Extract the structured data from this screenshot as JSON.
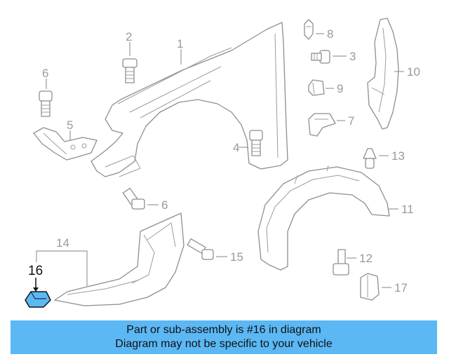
{
  "diagram": {
    "callouts": {
      "c1": "1",
      "c2": "2",
      "c3": "3",
      "c4": "4",
      "c5": "5",
      "c6a": "6",
      "c6b": "6",
      "c7": "7",
      "c8": "8",
      "c9": "9",
      "c10": "10",
      "c11": "11",
      "c12": "12",
      "c13": "13",
      "c14": "14",
      "c15": "15",
      "c16": "16",
      "c17": "17"
    },
    "highlight_color": "#5bb8f5",
    "highlighted_part": "16"
  },
  "banner": {
    "line1": "Part or sub-assembly is #16 in diagram",
    "line2": "Diagram may not be specific to your vehicle"
  }
}
